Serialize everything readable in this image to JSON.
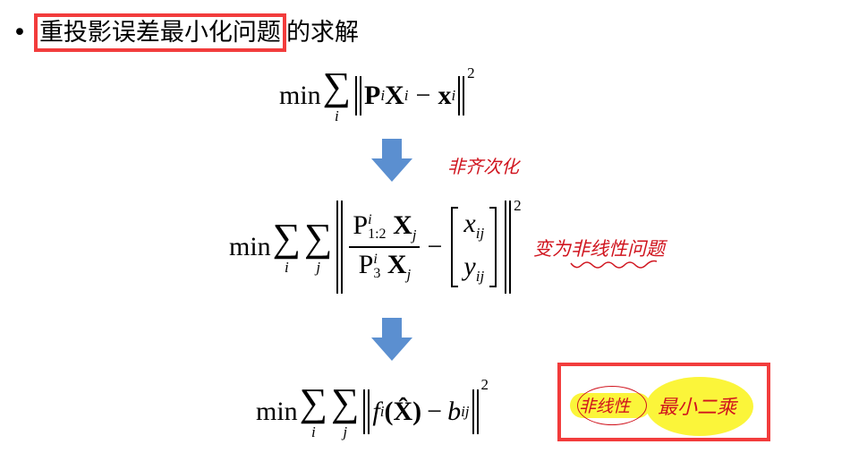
{
  "slide": {
    "bullet": "•",
    "title_boxed": "重投影误差最小化问题",
    "title_rest": "的求解"
  },
  "formulas": {
    "f1": {
      "min": "min",
      "sum_idx": "i",
      "P": "P",
      "P_sub": "i",
      "X": "X",
      "X_sub": "i",
      "minus": "−",
      "x": "x",
      "x_sub": "i",
      "power": "2"
    },
    "f2": {
      "min": "min",
      "sum_idx1": "i",
      "sum_idx2": "j",
      "num_P": "P",
      "num_sup": "i",
      "num_sub": "1:2",
      "num_X": "X",
      "num_X_sub": "j",
      "den_P": "P",
      "den_sup": "i",
      "den_sub": "3",
      "den_X": "X",
      "den_X_sub": "j",
      "minus": "−",
      "vx": "x",
      "vx_sub": "ij",
      "vy": "y",
      "vy_sub": "ij",
      "power": "2"
    },
    "f3": {
      "min": "min",
      "sum_idx1": "i",
      "sum_idx2": "j",
      "f": "f",
      "f_sub": "i",
      "arg": "(X̂)",
      "minus": "−",
      "b": "b",
      "b_sub": "ij",
      "power": "2"
    }
  },
  "annotations": {
    "note1": "非齐次化",
    "note2": "变为非线性问题",
    "note3a": "非线性",
    "note3b": "最小二乘"
  },
  "colors": {
    "arrow": "#5b8fd0",
    "box": "#f23c3c",
    "ink": "#d0141e",
    "highlight": "#fbf53a"
  }
}
